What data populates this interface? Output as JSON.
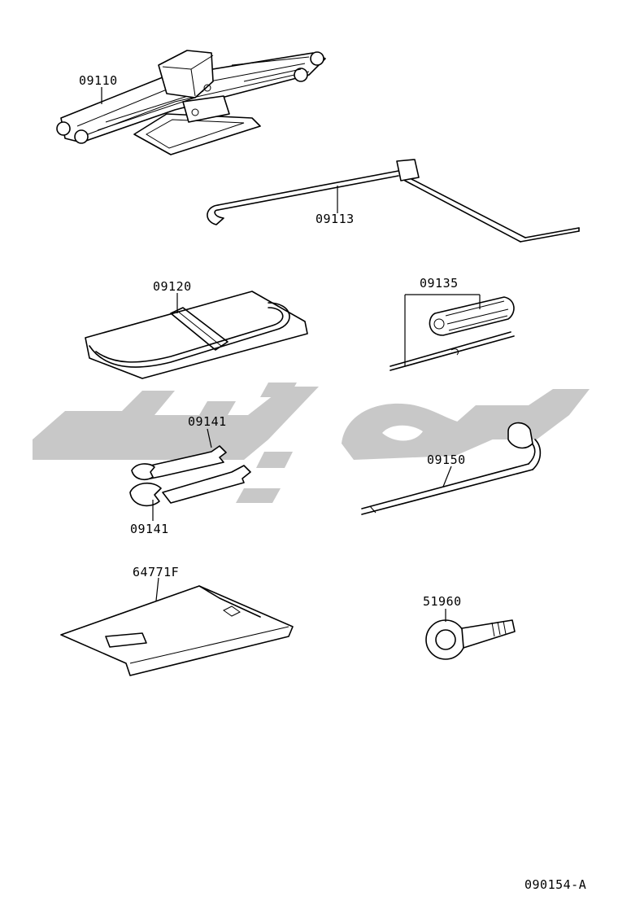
{
  "diagram": {
    "callouts": {
      "jack": "09110",
      "jack_handle": "09113",
      "tool_bag": "09120",
      "screwdriver": "09135",
      "wrench_upper": "09141",
      "wrench_lower": "09141",
      "wheel_wrench": "09150",
      "tool_pouch": "64771F",
      "towing_eye": "51960"
    },
    "reference_code": "090154-A",
    "watermark": {
      "color": "#c8c8c8"
    }
  }
}
